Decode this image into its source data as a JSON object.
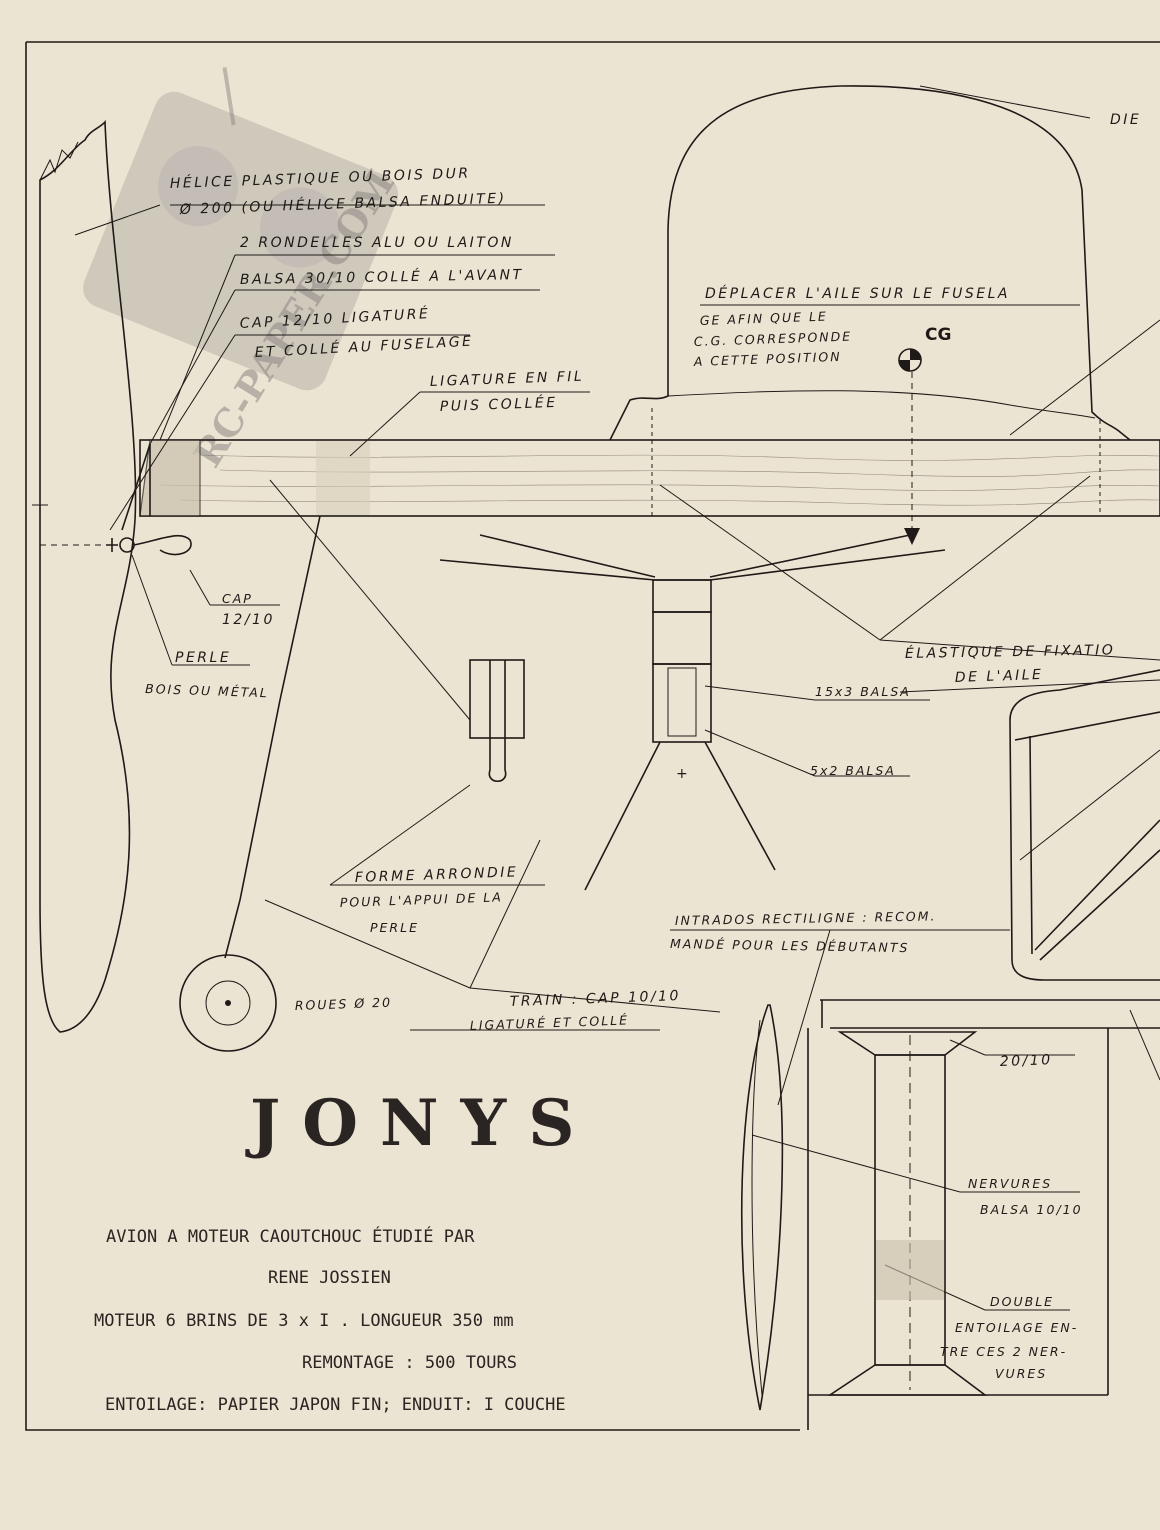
{
  "labels": {
    "dierdre_partial": "DIE",
    "helice_1": "HÉLICE PLASTIQUE OU BOIS DUR",
    "helice_2": "Ø 200 (OU HÉLICE BALSA ENDUITE)",
    "rondelles": "2 RONDELLES ALU OU LAITON",
    "balsa_avant": "BALSA 30/10 COLLÉ A L'AVANT",
    "cap_lig_1": "CAP 12/10 LIGATURÉ",
    "cap_lig_2": "ET COLLÉ AU FUSELAGE",
    "ligature_1": "LIGATURE EN FIL",
    "ligature_2": "PUIS COLLÉE",
    "deplacer_1": "DÉPLACER L'AILE SUR LE FUSELA",
    "deplacer_2": "GE AFIN QUE LE",
    "deplacer_3": "C.G. CORRESPONDE",
    "deplacer_4": "A CETTE POSITION",
    "cg": "CG",
    "cap_1": "CAP",
    "cap_2": "12/10",
    "perle_1": "PERLE",
    "perle_2": "BOIS OU MÉTAL",
    "elastique_1": "ÉLASTIQUE DE FIXATIO",
    "elastique_2": "DE L'AILE",
    "balsa_15x3": "15x3 BALSA",
    "balsa_5x2": "5x2 BALSA",
    "forme_1": "FORME ARRONDIE",
    "forme_2": "POUR L'APPUI DE LA",
    "forme_3": "PERLE",
    "intrados_1": "INTRADOS RECTILIGNE : RECOM.",
    "intrados_2": "MANDÉ POUR LES DÉBUTANTS",
    "roues": "ROUES Ø 20",
    "train_1": "TRAIN : CAP 10/10",
    "train_2": "LIGATURÉ ET COLLÉ",
    "dim_20_10": "20/10",
    "nervures_1": "NERVURES",
    "nervures_2": "BALSA 10/10",
    "double_1": "DOUBLE",
    "double_2": "ENTOILAGE EN-",
    "double_3": "TRE CES 2 NER-",
    "double_4": "VURES"
  },
  "title": {
    "name": "JONYS",
    "line1": "AVION A MOTEUR CAOUTCHOUC ÉTUDIÉ PAR",
    "line2": "RENE JOSSIEN",
    "line3": "MOTEUR 6 BRINS DE 3 x I . LONGUEUR 350 mm",
    "line4": "REMONTAGE : 500 TOURS",
    "line5": "ENTOILAGE: PAPIER JAPON FIN; ENDUIT: I COUCHE"
  },
  "watermark": {
    "text": "RC-PAPER.COM"
  },
  "colors": {
    "paper": "#ece4d3",
    "ink": "#1f1a17"
  }
}
